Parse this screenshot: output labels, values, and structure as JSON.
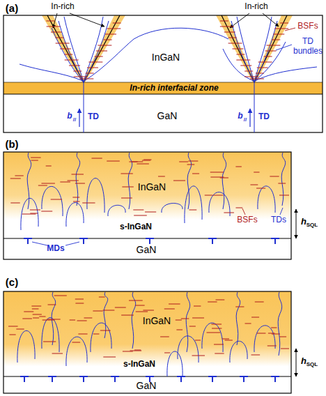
{
  "diagram": {
    "nodes": [
      {
        "text": [
          "InGaN"
        ]
      },
      {
        "text": [
          "In-rich interfacial zone"
        ]
      },
      {
        "text": [
          "GaN"
        ]
      },
      {
        "text": [
          "InGaN"
        ]
      },
      {
        "text": [
          "GaN"
        ]
      },
      {
        "text": [
          "InGaN"
        ]
      },
      {
        "text": [
          "GaN"
        ]
      }
    ],
    "labels": [
      "(a)",
      "In-rich",
      "In-rich",
      "BSFs",
      "TD bundles",
      "b",
      "//",
      "TD",
      "b",
      "//",
      "TD",
      "(b)",
      "BSFs",
      "TDs",
      "s-InGaN",
      "h",
      "SQL",
      "MDs",
      "(c)",
      "s-InGaN",
      "h",
      "SQL"
    ]
  }
}
